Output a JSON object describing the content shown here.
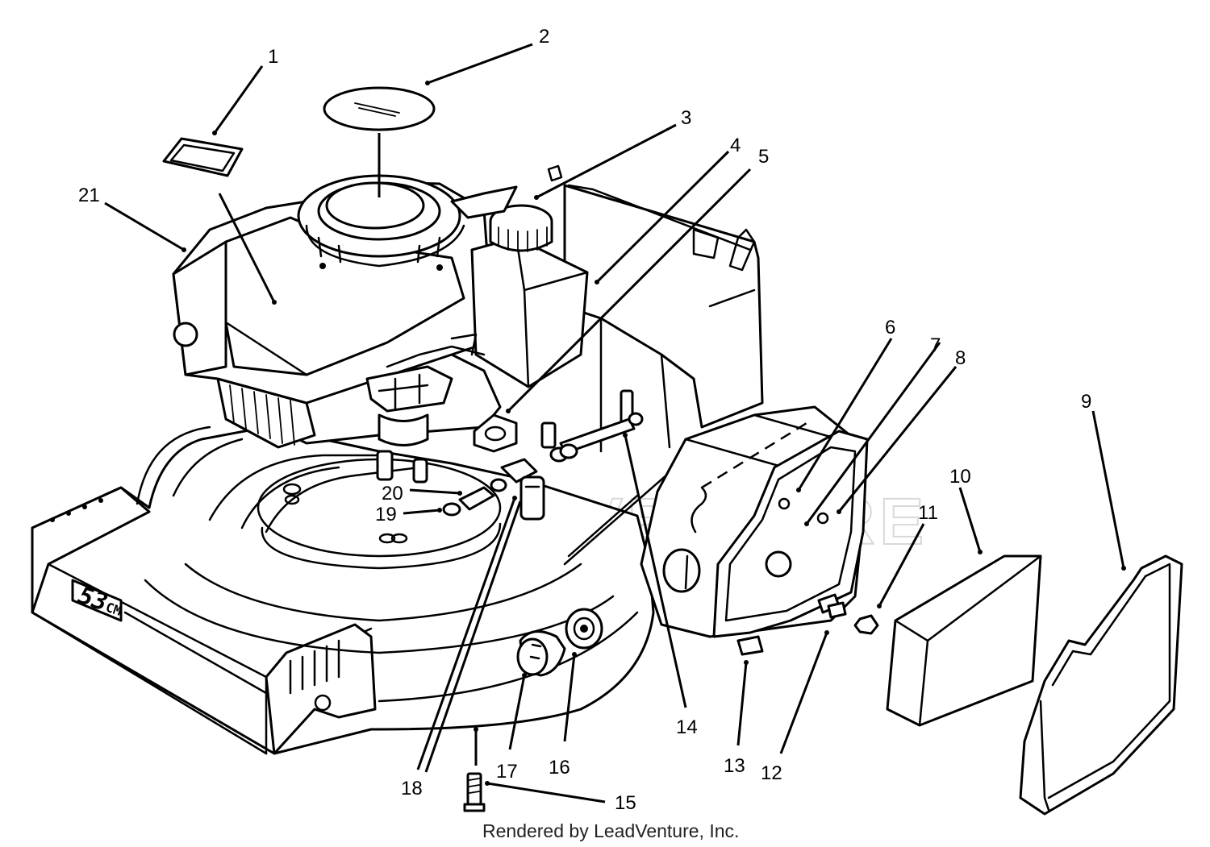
{
  "diagram": {
    "deck_marking": "53",
    "deck_marking_unit": "CM",
    "watermark": "LEADVENTURE",
    "credit": "Rendered by LeadVenture, Inc.",
    "callouts": [
      "1",
      "2",
      "3",
      "4",
      "5",
      "6",
      "7",
      "8",
      "9",
      "10",
      "11",
      "12",
      "13",
      "14",
      "15",
      "16",
      "17",
      "18",
      "19",
      "20",
      "21"
    ]
  }
}
